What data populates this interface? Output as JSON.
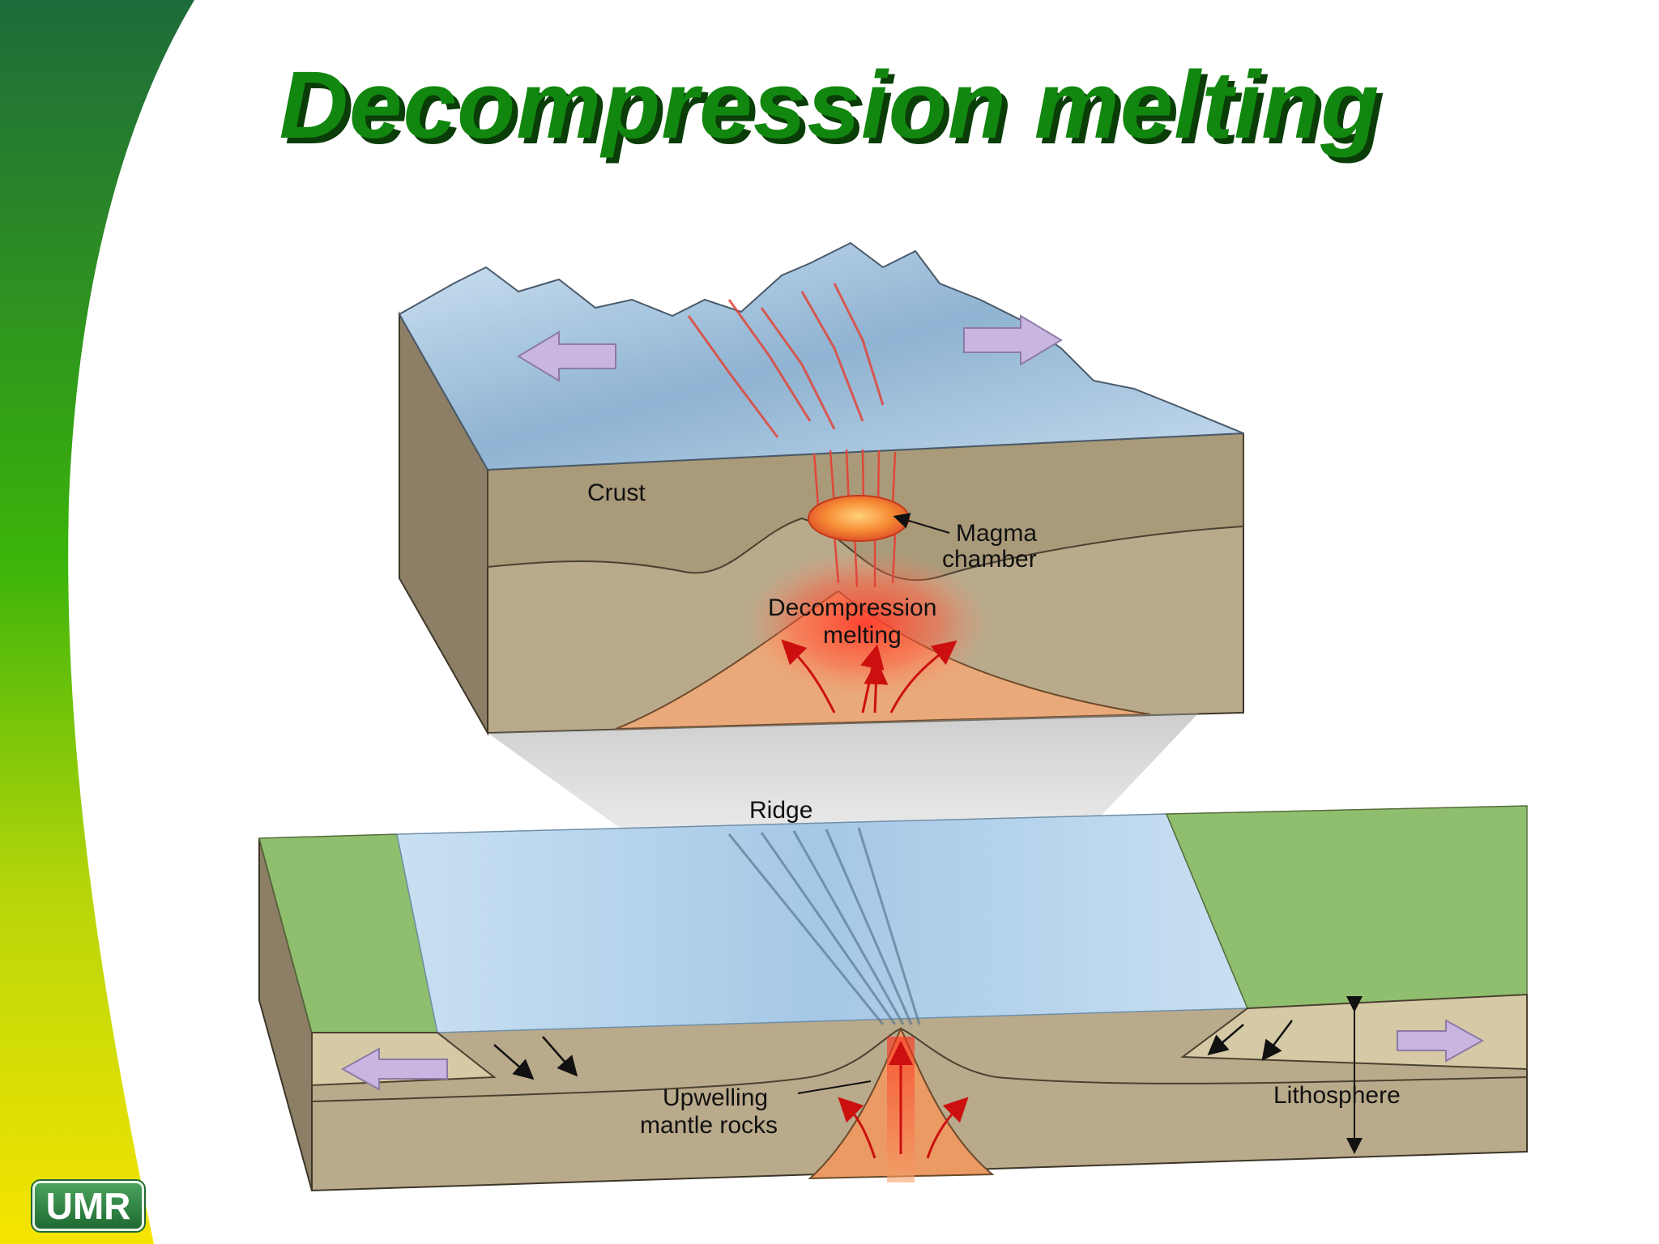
{
  "slide": {
    "title": "Decompression melting",
    "logo_text": "UMR"
  },
  "colors": {
    "title_green": "#12870f",
    "title_shadow": "#0a3d08",
    "swoosh_top": "#1e6b3a",
    "swoosh_mid": "#3bb40a",
    "swoosh_bottom": "#f6e400",
    "crust": "#b7a888",
    "mantle": "#e7a977",
    "magma": "#f07b2c",
    "ocean": "#a9cde8",
    "land": "#8fbf6e",
    "arrow_lilac": "#c9b6e0"
  },
  "diagram": {
    "upper_block": {
      "labels": {
        "crust": "Crust",
        "magma_chamber_1": "Magma",
        "magma_chamber_2": "chamber",
        "decompression_1": "Decompression",
        "decompression_2": "melting"
      }
    },
    "lower_block": {
      "labels": {
        "ridge": "Ridge",
        "upwelling_1": "Upwelling",
        "upwelling_2": "mantle rocks",
        "lithosphere": "Lithosphere"
      }
    }
  }
}
